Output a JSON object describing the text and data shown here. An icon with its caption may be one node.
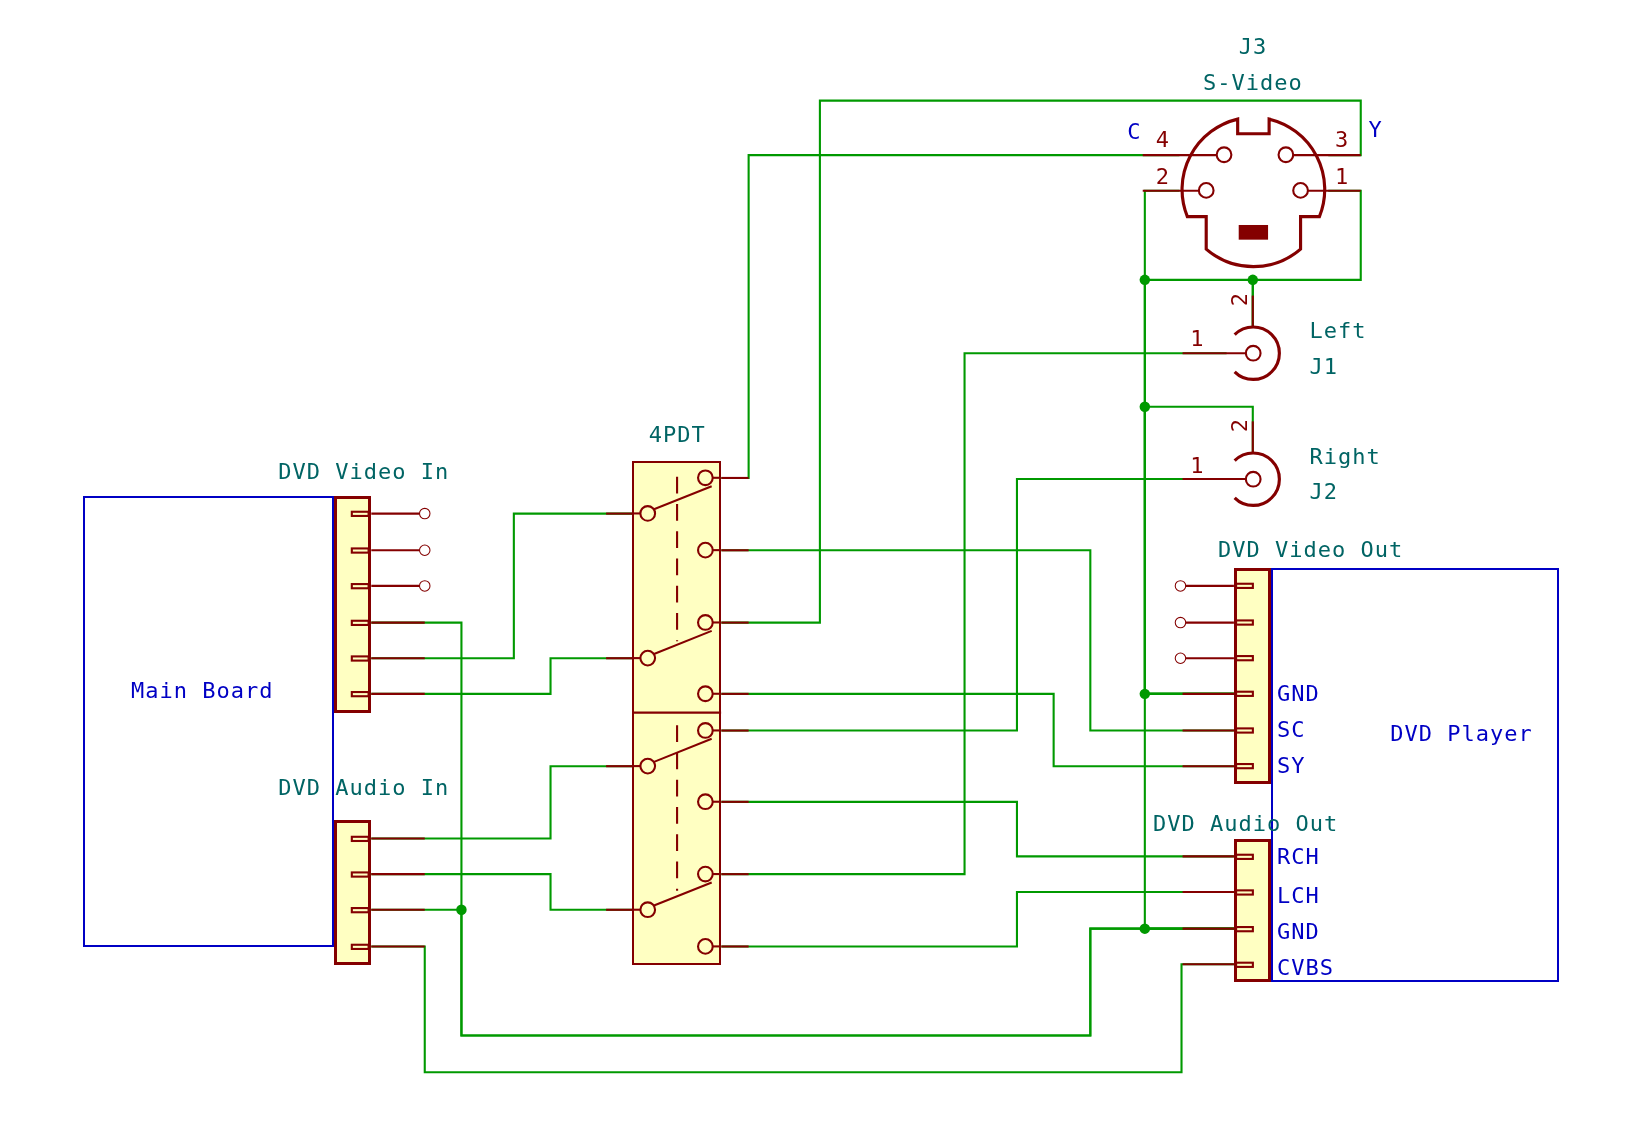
{
  "diagram": {
    "nodes": [
      {
        "text": [
          "Main Board"
        ]
      },
      {
        "text": [
          "DVD Video In"
        ]
      },
      {
        "text": [
          "DVD Audio In"
        ]
      },
      {
        "text": [
          "4PDT"
        ]
      },
      {
        "text": [
          "J3",
          "S-Video"
        ]
      },
      {
        "text": [
          "Left",
          "J1"
        ]
      },
      {
        "text": [
          "Right",
          "J2"
        ]
      },
      {
        "text": [
          "DVD Player"
        ]
      },
      {
        "text": [
          "DVD Video Out"
        ]
      },
      {
        "text": [
          "DVD Audio Out"
        ]
      }
    ],
    "edges": [
      {
        "from": 1,
        "to": 3,
        "arrow": "none"
      },
      {
        "from": 1,
        "to": 3,
        "arrow": "none"
      },
      {
        "from": 2,
        "to": 3,
        "arrow": "none"
      },
      {
        "from": 2,
        "to": 3,
        "arrow": "none"
      },
      {
        "from": 3,
        "to": 4,
        "arrow": "none"
      },
      {
        "from": 3,
        "to": 8,
        "arrow": "none"
      },
      {
        "from": 3,
        "to": 4,
        "arrow": "none"
      },
      {
        "from": 3,
        "to": 8,
        "arrow": "none"
      },
      {
        "from": 3,
        "to": 6,
        "arrow": "none"
      },
      {
        "from": 3,
        "to": 9,
        "arrow": "none"
      },
      {
        "from": 3,
        "to": 5,
        "arrow": "none"
      },
      {
        "from": 3,
        "to": 9,
        "arrow": "none"
      },
      {
        "from": 2,
        "to": 9,
        "arrow": "none"
      },
      {
        "from": 1,
        "to": 9,
        "arrow": "none"
      },
      {
        "from": 2,
        "to": 9,
        "arrow": "none"
      },
      {
        "from": 8,
        "to": 9,
        "arrow": "none"
      },
      {
        "from": 8,
        "to": 6,
        "arrow": "none"
      },
      {
        "from": 8,
        "to": 5,
        "arrow": "none"
      },
      {
        "from": 8,
        "to": 4,
        "arrow": "none"
      },
      {
        "from": 5,
        "to": 4,
        "arrow": "none"
      }
    ],
    "labels": [
      "C",
      "4",
      "3",
      "Y",
      "2",
      "1",
      "2",
      "1",
      "2",
      "1",
      "GND",
      "SC",
      "SY",
      "RCH",
      "LCH",
      "GND",
      "CVBS"
    ]
  }
}
